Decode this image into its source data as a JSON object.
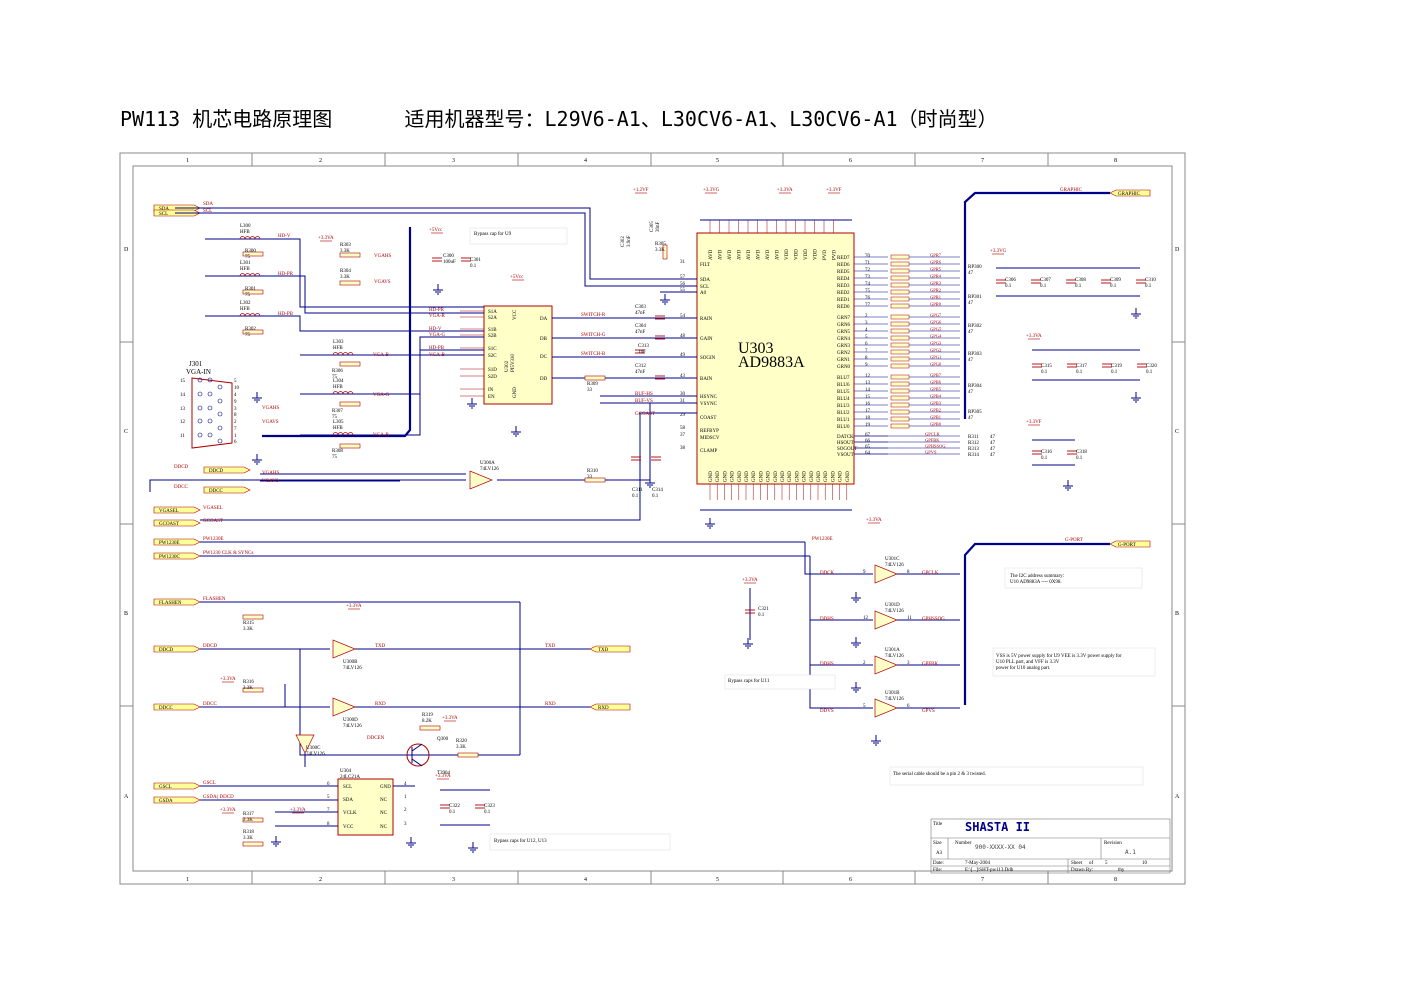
{
  "title": "PW113 机芯电路原理图      适用机器型号：L29V6-A1、L30CV6-A1、L30CV6-A1（时尚型）",
  "frame": {
    "cols": [
      "1",
      "2",
      "3",
      "4",
      "5",
      "6",
      "7",
      "8"
    ],
    "rows": [
      "D",
      "C",
      "B",
      "A"
    ]
  },
  "ports_left": [
    "SDA",
    "SCL",
    "DDCD",
    "DDCC",
    "VGASEL",
    "GCOAST",
    "PW1230E",
    "PW1230C",
    "FLASHEN",
    "DDCD",
    "DDCC",
    "GSCL",
    "GSDA"
  ],
  "ports_right": [
    "GRAPHIC",
    "G-PORT",
    "TXD",
    "RXD"
  ],
  "nets": {
    "sda": "SDA",
    "scl": "SCL",
    "hdv": "HD-V",
    "hdpr": "HD-PR",
    "hdpb": "HD-PB",
    "vgah": "VGAHS",
    "vgav": "VGAVS",
    "vgar": "VGA-R",
    "vgag": "VGA-G",
    "vgab": "VGA-B",
    "hdg": "HD-G",
    "ddcd": "DDCD",
    "ddcc": "DDCC",
    "vgasel": "VGASEL",
    "gcoast": "GCOAST",
    "pw1230e": "PW1230E",
    "pw1230c": "PW1230 CLK & SYNCs",
    "flashen": "FLASHEN",
    "switchr": "SWITCH-R",
    "switchg": "SWITCH-G",
    "switchb": "SWITCH-B",
    "bufhs": "BUF-HS",
    "bufvs": "BUF-VS",
    "gcoast2": "GCOAST",
    "txd": "TXD",
    "rxd": "RXD",
    "ddcen": "DDCEN",
    "gscl": "GSCL",
    "gsda": "GSDA( DDCD",
    "dclk": "DDCK",
    "dhs": "DDHS",
    "dhs2": "DDHS",
    "dvs": "DDVS",
    "gpclk": "GPCLK",
    "gphsg": "GPHSSOG",
    "gpfbk": "GPFBK",
    "gpvs": "GPVS",
    "graphic": "GRAPHIC",
    "gport": "G-PORT",
    "pw1230ek": "PW1230E"
  },
  "power": {
    "p33va": "+3.3VA",
    "p5vcc": "+5Vcc",
    "p33vg": "+3.3VG",
    "p33vf": "+3.3VF",
    "p12vf": "+1.2VF"
  },
  "u303": {
    "ref": "U303",
    "part": "AD9883A",
    "left_pins": [
      {
        "name": "FILT",
        "num": "31"
      },
      {
        "name": "SDA",
        "num": "57"
      },
      {
        "name": "SCL",
        "num": "56"
      },
      {
        "name": "A0",
        "num": "55"
      },
      {
        "name": "RAIN",
        "num": "54"
      },
      {
        "name": "GAIN",
        "num": "48"
      },
      {
        "name": "SOGIN",
        "num": "49"
      },
      {
        "name": "BAIN",
        "num": "43"
      },
      {
        "name": "HSYNC",
        "num": "30"
      },
      {
        "name": "VSYNC",
        "num": "31"
      },
      {
        "name": "COAST",
        "num": "29"
      },
      {
        "name": "REFBYP",
        "num": "58"
      },
      {
        "name": "MIDSCV",
        "num": "37"
      },
      {
        "name": "CLAMP",
        "num": "38"
      }
    ],
    "right_pins": [
      {
        "name": "RED7",
        "num": "70"
      },
      {
        "name": "RED6",
        "num": "71"
      },
      {
        "name": "RED5",
        "num": "72"
      },
      {
        "name": "RED4",
        "num": "73"
      },
      {
        "name": "RED3",
        "num": "74"
      },
      {
        "name": "RED2",
        "num": "75"
      },
      {
        "name": "RED1",
        "num": "76"
      },
      {
        "name": "RED0",
        "num": "77"
      },
      {
        "name": "GRN7",
        "num": "2"
      },
      {
        "name": "GRN6",
        "num": "3"
      },
      {
        "name": "GRN5",
        "num": "4"
      },
      {
        "name": "GRN4",
        "num": "5"
      },
      {
        "name": "GRN3",
        "num": "6"
      },
      {
        "name": "GRN2",
        "num": "7"
      },
      {
        "name": "GRN1",
        "num": "8"
      },
      {
        "name": "GRN0",
        "num": "9"
      },
      {
        "name": "BLU7",
        "num": "12"
      },
      {
        "name": "BLU6",
        "num": "13"
      },
      {
        "name": "BLU5",
        "num": "14"
      },
      {
        "name": "BLU4",
        "num": "15"
      },
      {
        "name": "BLU3",
        "num": "16"
      },
      {
        "name": "BLU2",
        "num": "17"
      },
      {
        "name": "BLU1",
        "num": "18"
      },
      {
        "name": "BLU0",
        "num": "19"
      },
      {
        "name": "DATCK",
        "num": "67"
      },
      {
        "name": "HSOUT",
        "num": "66"
      },
      {
        "name": "SOGOUT",
        "num": "65"
      },
      {
        "name": "VSOUT",
        "num": "64"
      }
    ],
    "top_pins": [
      "AVD",
      "AVD",
      "AVD",
      "AVD",
      "AVD",
      "AVD",
      "AVD",
      "AVD",
      "VDD",
      "VDD",
      "VDD",
      "VDD",
      "PVD",
      "PVD"
    ],
    "bottom_pins": [
      "GND",
      "GND",
      "GND",
      "GND",
      "GND",
      "GND",
      "GND",
      "GND",
      "GND",
      "GND",
      "GND",
      "GND",
      "GND",
      "GND",
      "GND",
      "GND",
      "GND",
      "GND",
      "GND",
      "GND"
    ]
  },
  "u302": {
    "ref": "U302",
    "part": "PI5V330",
    "pins": [
      "S1A",
      "S2A",
      "S1B",
      "S2B",
      "S1C",
      "S2C",
      "S1D",
      "S2D",
      "IN",
      "EN"
    ],
    "outs": [
      "DA",
      "DB",
      "DC",
      "DD"
    ],
    "vcc": "VCC",
    "gnd": "GND"
  },
  "u304": {
    "ref": "U304",
    "part": "24LC21A",
    "left": [
      "SCL",
      "SDA",
      "VCLK",
      "VCC"
    ],
    "right": [
      "GND",
      "NC",
      "NC",
      "NC"
    ],
    "nums_l": [
      "6",
      "5",
      "7",
      "8"
    ],
    "nums_r": [
      "4",
      "1",
      "2",
      "3"
    ]
  },
  "u301": [
    {
      "ref": "U301C",
      "part": "74LV126",
      "in": "9",
      "out": "8"
    },
    {
      "ref": "U301D",
      "part": "74LV126",
      "in": "12",
      "out": "11"
    },
    {
      "ref": "U301A",
      "part": "74LV126",
      "in": "2",
      "out": "3"
    },
    {
      "ref": "U301B",
      "part": "74LV126",
      "in": "5",
      "out": "6"
    }
  ],
  "u300": [
    {
      "ref": "U300A",
      "part": "74LV126"
    },
    {
      "ref": "U300B",
      "part": "74LV126"
    },
    {
      "ref": "U300D",
      "part": "74LV126"
    },
    {
      "ref": "U300C",
      "part": "74LV126"
    }
  ],
  "connector": {
    "ref": "J301",
    "name": "VGA-IN",
    "pins": [
      "15",
      "14",
      "13",
      "12",
      "11",
      "5",
      "10",
      "4",
      "9",
      "3",
      "8",
      "2",
      "7",
      "1",
      "6"
    ]
  },
  "inductors": [
    {
      "ref": "L300",
      "val": "HFB"
    },
    {
      "ref": "L301",
      "val": "HFB"
    },
    {
      "ref": "L302",
      "val": "HFB"
    },
    {
      "ref": "L303",
      "val": "HFB"
    },
    {
      "ref": "L304",
      "val": "HFB"
    },
    {
      "ref": "L305",
      "val": "HFB"
    }
  ],
  "resistors": [
    {
      "ref": "R300",
      "val": "75"
    },
    {
      "ref": "R301",
      "val": "75"
    },
    {
      "ref": "R302",
      "val": "75"
    },
    {
      "ref": "R303",
      "val": "3.3K"
    },
    {
      "ref": "R304",
      "val": "3.3K"
    },
    {
      "ref": "R306",
      "val": "75"
    },
    {
      "ref": "R307",
      "val": "75"
    },
    {
      "ref": "R308",
      "val": "75"
    },
    {
      "ref": "R309",
      "val": "33"
    },
    {
      "ref": "R310",
      "val": "33"
    },
    {
      "ref": "R305",
      "val": "3.3K"
    },
    {
      "ref": "R315",
      "val": "3.3K"
    },
    {
      "ref": "R316",
      "val": "3.3K"
    },
    {
      "ref": "R317",
      "val": "3.3K"
    },
    {
      "ref": "R318",
      "val": "3.3K"
    },
    {
      "ref": "R319",
      "val": "8.2K"
    },
    {
      "ref": "R320",
      "val": "3.3K"
    },
    {
      "ref": "R311",
      "val": "47"
    },
    {
      "ref": "R312",
      "val": "47"
    },
    {
      "ref": "R313",
      "val": "47"
    },
    {
      "ref": "R314",
      "val": "47"
    }
  ],
  "rpacks": [
    {
      "ref": "RP300",
      "val": "47"
    },
    {
      "ref": "RP301",
      "val": "47"
    },
    {
      "ref": "RP302",
      "val": "47"
    },
    {
      "ref": "RP303",
      "val": "47"
    },
    {
      "ref": "RP304",
      "val": "47"
    },
    {
      "ref": "RP305",
      "val": "47"
    }
  ],
  "caps": {
    "c300": {
      "ref": "C300",
      "val": "100uF"
    },
    "c301": {
      "ref": "C301",
      "val": "0.1"
    },
    "c302": {
      "ref": "C302",
      "val": "3.9nF"
    },
    "c305": {
      "ref": "C305",
      "val": "39nF"
    },
    "c303": {
      "ref": "C303",
      "val": "47nF"
    },
    "c304": {
      "ref": "C304",
      "val": "47nF"
    },
    "c313": {
      "ref": "C313",
      "val": "1nF"
    },
    "c312": {
      "ref": "C312",
      "val": "47nF"
    },
    "c311": {
      "ref": "C311",
      "val": "0.1"
    },
    "c314": {
      "ref": "C314",
      "val": "0.1"
    },
    "group1": [
      {
        "ref": "C306",
        "val": "0.1"
      },
      {
        "ref": "C307",
        "val": "0.1"
      },
      {
        "ref": "C308",
        "val": "0.1"
      },
      {
        "ref": "C309",
        "val": "0.1"
      },
      {
        "ref": "C310",
        "val": "0.1"
      }
    ],
    "group2": [
      {
        "ref": "C315",
        "val": "0.1"
      },
      {
        "ref": "C317",
        "val": "0.1"
      },
      {
        "ref": "C319",
        "val": "0.1"
      },
      {
        "ref": "C320",
        "val": "0.1"
      }
    ],
    "group3": [
      {
        "ref": "C316",
        "val": "0.1"
      },
      {
        "ref": "C318",
        "val": "0.1"
      }
    ],
    "c321": {
      "ref": "C321",
      "val": "0.1"
    },
    "c322": {
      "ref": "C322",
      "val": "0.1"
    },
    "c323": {
      "ref": "C323",
      "val": "0.1"
    }
  },
  "rgb_nets": {
    "red": [
      "GPR7",
      "GPR6",
      "GPR5",
      "GPR4",
      "GPR3",
      "GPR2",
      "GPR1",
      "GPR0"
    ],
    "grn": [
      "GPG7",
      "GPG6",
      "GPG5",
      "GPG4",
      "GPG3",
      "GPG2",
      "GPG1",
      "GPG0"
    ],
    "blu": [
      "GPB7",
      "GPB6",
      "GPB5",
      "GPB4",
      "GPB3",
      "GPB2",
      "GPB1",
      "GPB0"
    ],
    "ctl": [
      "GPCLK",
      "GPFBK",
      "GPHSSOG",
      "GPVS"
    ]
  },
  "q300": {
    "ref": "Q300",
    "dev": "T3904"
  },
  "notes": {
    "bypass_u9": "Bypass cap for U9",
    "bypass_u11": "Bypass caps for U11",
    "bypass_u12": "Bypass caps for U12, U13",
    "i2c": "The I2C address summary:\nU10 AD9883A ---- 0X98.",
    "vss": "VSS is 5V power supply for U9 VEE is 3.3V power supply for\nU10 PLL part, and VFF is 3.3V\npower for U10 analog part.",
    "serial": "The serial cable should be a pin 2 & 3 twisted."
  },
  "titleblock": {
    "title_label": "Title",
    "title": "SHASTA II",
    "size_label": "Size",
    "size": "A3",
    "number_label": "Number",
    "number": "900-XXXX-XX 04",
    "revision_label": "Revision",
    "revision": "A.1",
    "date_label": "Date:",
    "date": "7-May-2004",
    "sheet_label": "Sheet",
    "sheet": "5",
    "of_label": "of",
    "of": "10",
    "file_label": "File:",
    "file": "E:\\[...]\\SHT-pw113.Ddb",
    "drawn_label": "Drawn By:",
    "drawn": "thy"
  }
}
